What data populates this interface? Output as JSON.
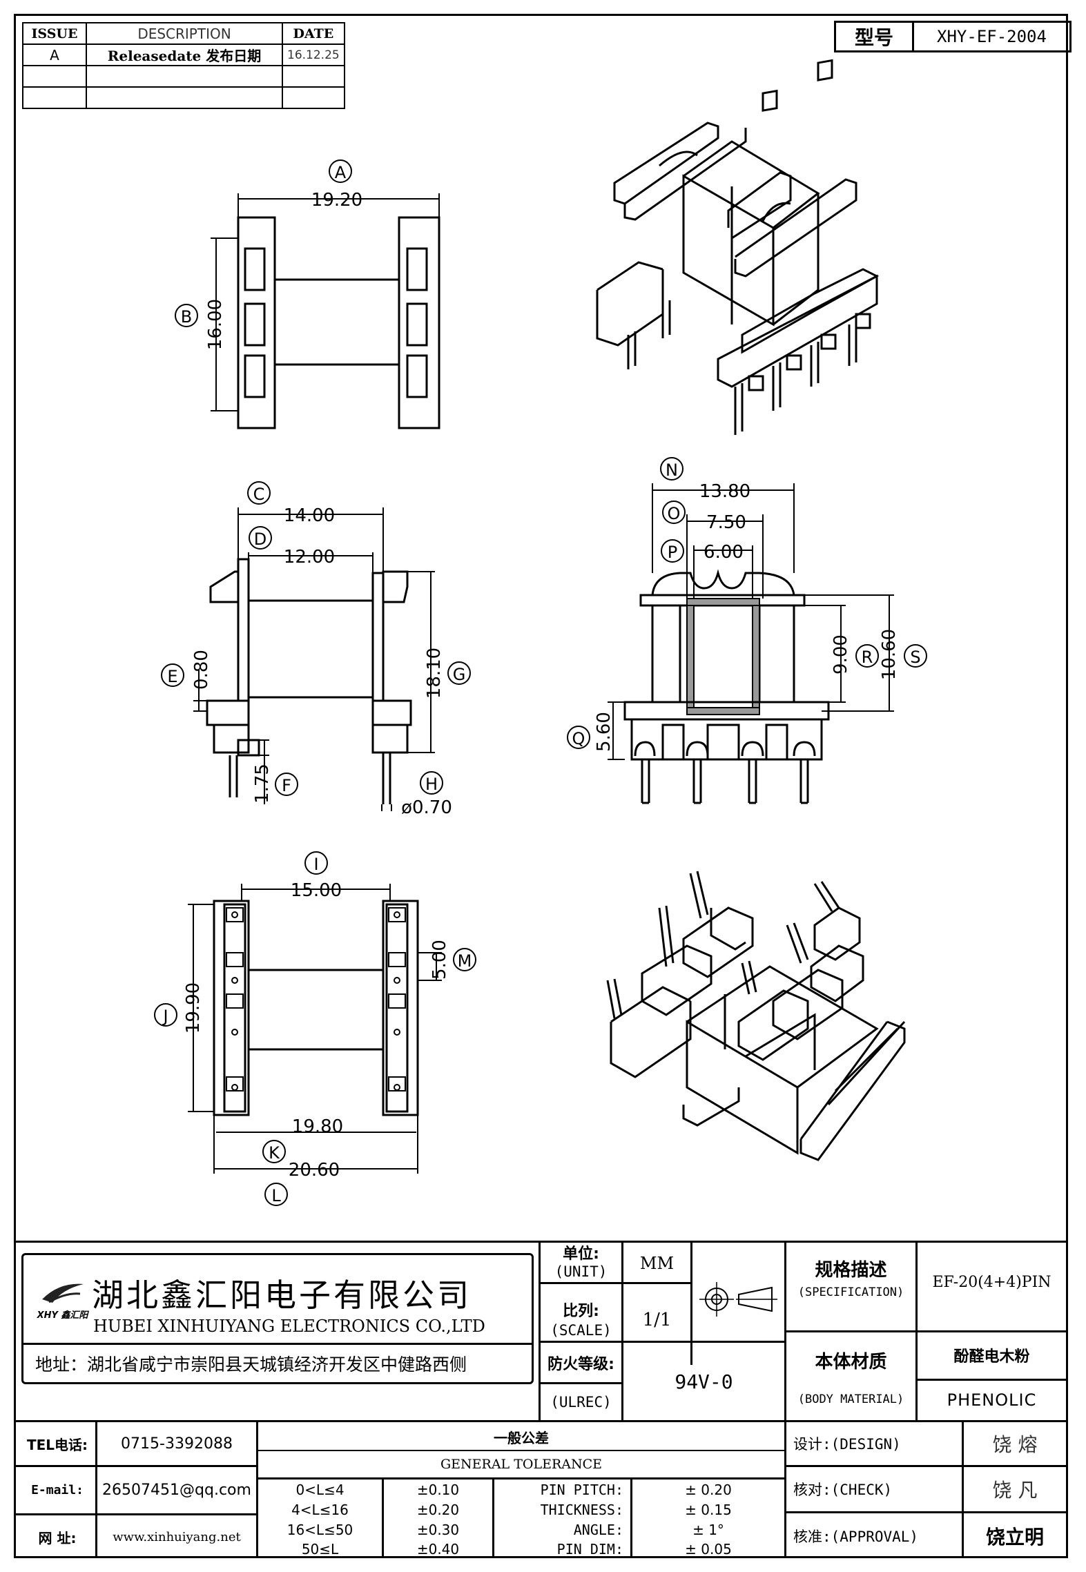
{
  "revision": {
    "headers": [
      "ISSUE",
      "DESCRIPTION",
      "DATE"
    ],
    "rows": [
      [
        "A",
        "Releasedate 发布日期",
        "16.12.25"
      ],
      [
        "",
        "",
        ""
      ],
      [
        "",
        "",
        ""
      ]
    ]
  },
  "model": {
    "label": "型号",
    "value": "XHY-EF-2004"
  },
  "dims": {
    "A": {
      "tag": "A",
      "value": "19.20"
    },
    "B": {
      "tag": "B",
      "value": "16.00"
    },
    "C": {
      "tag": "C",
      "value": "14.00"
    },
    "D": {
      "tag": "D",
      "value": "12.00"
    },
    "E": {
      "tag": "E",
      "value": "0.80"
    },
    "F": {
      "tag": "F",
      "value": "1.75"
    },
    "G": {
      "tag": "G",
      "value": "18.10"
    },
    "H": {
      "tag": "H",
      "value": "ø0.70"
    },
    "I": {
      "tag": "I",
      "value": "15.00"
    },
    "J": {
      "tag": "J",
      "value": "19.90"
    },
    "K": {
      "tag": "K",
      "value": "19.80"
    },
    "L": {
      "tag": "L",
      "value": "20.60"
    },
    "M": {
      "tag": "M",
      "value": "5.00"
    },
    "N": {
      "tag": "N",
      "value": "13.80"
    },
    "O": {
      "tag": "O",
      "value": "7.50"
    },
    "P": {
      "tag": "P",
      "value": "6.00"
    },
    "Q": {
      "tag": "Q",
      "value": "5.60"
    },
    "R": {
      "tag": "R",
      "value": "9.00"
    },
    "S": {
      "tag": "S",
      "value": "10.60"
    }
  },
  "company": {
    "name_cn": "湖北鑫汇阳电子有限公司",
    "name_en": "HUBEI XINHUIYANG ELECTRONICS CO.,LTD",
    "logo_text": "XHY",
    "logo_sub": "鑫汇阳",
    "address": "地址：湖北省咸宁市崇阳县天城镇经济开发区中健路西侧"
  },
  "specs": {
    "unit_cn": "单位:",
    "unit_en": "(UNIT)",
    "unit_value": "MM",
    "scale_cn": "比列:",
    "scale_en": "(SCALE)",
    "scale_value": "1/1",
    "ul_cn": "防火等级:",
    "ul_en": "(ULREC)",
    "ul_value": "94V-0",
    "spec_cn": "规格描述",
    "spec_en": "(SPECIFICATION)",
    "spec_value": "EF-20(4+4)PIN",
    "mat_cn": "本体材质",
    "mat_en": "(BODY MATERIAL)",
    "mat_value_cn": "酚醛电木粉",
    "mat_value_en": "PHENOLIC"
  },
  "contact": {
    "tel_label": "TEL电话:",
    "tel": "0715-3392088",
    "email_label": "E-mail:",
    "email": "26507451@qq.com",
    "web_label": "网  址:",
    "web": "www.xinhuiyang.net"
  },
  "tolerance": {
    "title_cn": "一般公差",
    "title_en": "GENERAL TOLERANCE",
    "rows": [
      {
        "range": "0<L≤4",
        "tol": "±0.10",
        "item": "PIN PITCH:",
        "val": "± 0.20"
      },
      {
        "range": "4<L≤16",
        "tol": "±0.20",
        "item": "THICKNESS:",
        "val": "± 0.15"
      },
      {
        "range": "16<L≤50",
        "tol": "±0.30",
        "item": "ANGLE:",
        "val": "± 1°"
      },
      {
        "range": "50≤L",
        "tol": "±0.40",
        "item": "PIN DIM:",
        "val": "± 0.05"
      }
    ]
  },
  "approvals": {
    "design_label": "设计:(DESIGN)",
    "design_name": "饶  熔",
    "check_label": "核对:(CHECK)",
    "check_name": "饶  凡",
    "approval_label": "核准:(APPROVAL)",
    "approval_name": "饶立明"
  }
}
